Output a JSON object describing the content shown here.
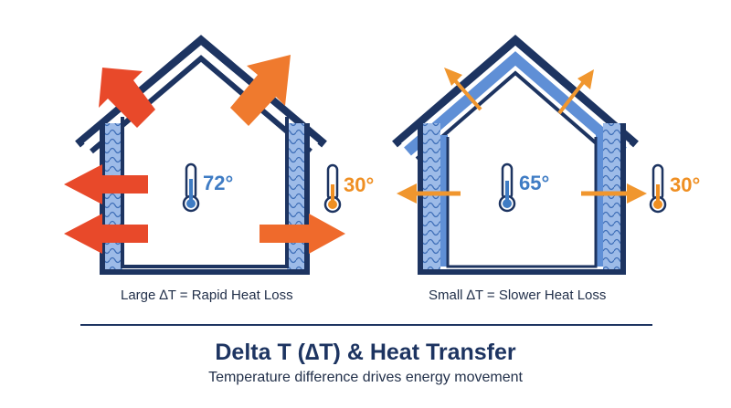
{
  "colors": {
    "navy": "#1d3461",
    "insulation_blue": "#5f8fd6",
    "insulation_light": "#b7cdee",
    "heat_red": "#e8492a",
    "heat_orange": "#f0962e",
    "warm_temp": "#3f7cc4",
    "cold_temp": "#ef8f22"
  },
  "houses": [
    {
      "indoor_temp": "72°",
      "outdoor_temp": "30°",
      "caption": "Large ∆T = Rapid Heat Loss",
      "heat_loss": "rapid"
    },
    {
      "indoor_temp": "65°",
      "outdoor_temp": "30°",
      "caption": "Small ∆T = Slower Heat Loss",
      "heat_loss": "slow"
    }
  ],
  "footer": {
    "title": "Delta T (∆T) & Heat Transfer",
    "subtitle": "Temperature difference drives energy movement"
  },
  "icons": [
    "thermometer-icon",
    "heat-arrow-icon",
    "house-icon"
  ]
}
